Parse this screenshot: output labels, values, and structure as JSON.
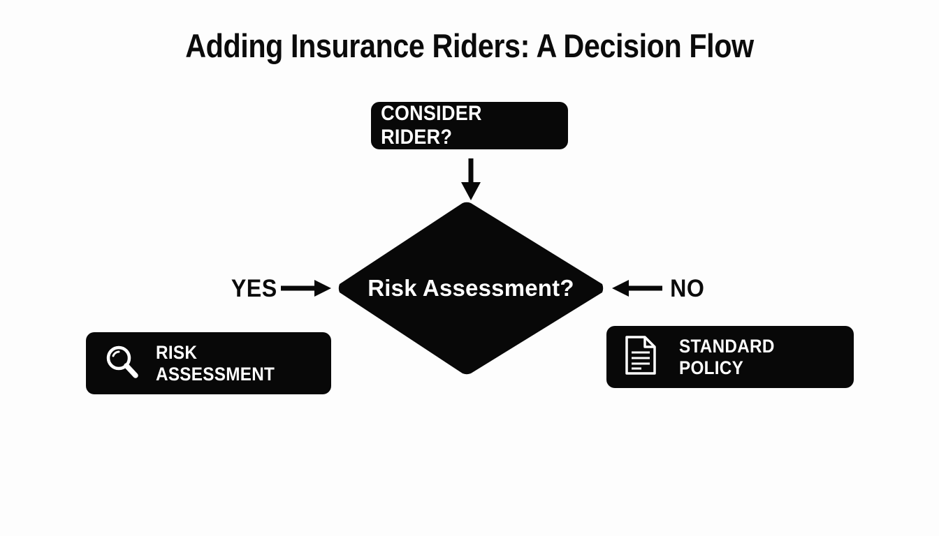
{
  "page": {
    "title": "Adding Insurance Riders: A Decision Flow",
    "background_color": "#fdfdfd",
    "ink_color": "#080808",
    "text_on_dark_color": "#ffffff"
  },
  "diagram": {
    "type": "decision-flowchart",
    "start_node": {
      "id": "consider-rider",
      "label": "CONSIDER RIDER?",
      "shape": "rounded-rectangle"
    },
    "decision_node": {
      "id": "risk-assessment-decision",
      "label": "Risk Assessment?",
      "shape": "diamond"
    },
    "branches": [
      {
        "id": "yes-branch",
        "label": "YES",
        "direction": "left",
        "arrow": "arrow-right",
        "target_label": "RISK\nASSESSMENT",
        "target_icon": "magnifier-icon"
      },
      {
        "id": "no-branch",
        "label": "NO",
        "direction": "right",
        "arrow": "arrow-left",
        "target_label": "STANDARD POLICY",
        "target_icon": "document-icon"
      }
    ],
    "connectors": [
      {
        "id": "start-to-decision",
        "icon": "arrow-down"
      },
      {
        "id": "yes-to-decision",
        "icon": "arrow-right"
      },
      {
        "id": "no-to-decision",
        "icon": "arrow-left"
      }
    ],
    "outcome_nodes": [
      {
        "id": "risk-assessment-outcome",
        "label": "RISK\nASSESSMENT",
        "icon": "magnifier-icon",
        "shape": "rounded-rectangle"
      },
      {
        "id": "standard-policy-outcome",
        "label": "STANDARD POLICY",
        "icon": "document-icon",
        "shape": "rounded-rectangle"
      }
    ]
  }
}
